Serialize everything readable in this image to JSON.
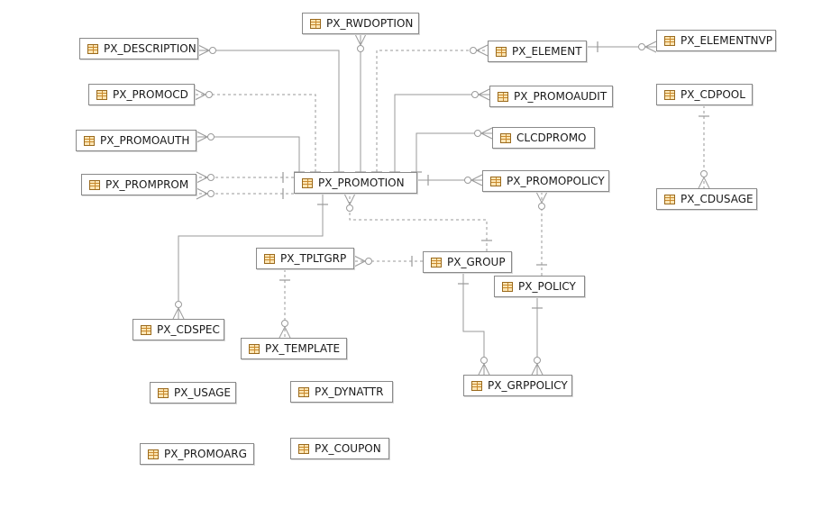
{
  "diagram": {
    "tables": [
      {
        "id": "PX_RWDOPTION",
        "label": "PX_RWDOPTION"
      },
      {
        "id": "PX_DESCRIPTION",
        "label": "PX_DESCRIPTION"
      },
      {
        "id": "PX_ELEMENT",
        "label": "PX_ELEMENT"
      },
      {
        "id": "PX_ELEMENTNVP",
        "label": "PX_ELEMENTNVP"
      },
      {
        "id": "PX_PROMOCD",
        "label": "PX_PROMOCD"
      },
      {
        "id": "PX_PROMOAUDIT",
        "label": "PX_PROMOAUDIT"
      },
      {
        "id": "PX_CDPOOL",
        "label": "PX_CDPOOL"
      },
      {
        "id": "PX_PROMOAUTH",
        "label": "PX_PROMOAUTH"
      },
      {
        "id": "CLCDPROMO",
        "label": "CLCDPROMO"
      },
      {
        "id": "PX_PROMPROM",
        "label": "PX_PROMPROM"
      },
      {
        "id": "PX_PROMOTION",
        "label": "PX_PROMOTION"
      },
      {
        "id": "PX_PROMOPOLICY",
        "label": "PX_PROMOPOLICY"
      },
      {
        "id": "PX_CDUSAGE",
        "label": "PX_CDUSAGE"
      },
      {
        "id": "PX_TPLTGRP",
        "label": "PX_TPLTGRP"
      },
      {
        "id": "PX_GROUP",
        "label": "PX_GROUP"
      },
      {
        "id": "PX_POLICY",
        "label": "PX_POLICY"
      },
      {
        "id": "PX_CDSPEC",
        "label": "PX_CDSPEC"
      },
      {
        "id": "PX_TEMPLATE",
        "label": "PX_TEMPLATE"
      },
      {
        "id": "PX_USAGE",
        "label": "PX_USAGE"
      },
      {
        "id": "PX_DYNATTR",
        "label": "PX_DYNATTR"
      },
      {
        "id": "PX_GRPPOLICY",
        "label": "PX_GRPPOLICY"
      },
      {
        "id": "PX_PROMOARG",
        "label": "PX_PROMOARG"
      },
      {
        "id": "PX_COUPON",
        "label": "PX_COUPON"
      }
    ],
    "relationships": [
      {
        "parent": "PX_PROMOTION",
        "child": "PX_DESCRIPTION",
        "identifying": true
      },
      {
        "parent": "PX_PROMOTION",
        "child": "PX_RWDOPTION",
        "identifying": true
      },
      {
        "parent": "PX_PROMOTION",
        "child": "PX_ELEMENT",
        "identifying": false
      },
      {
        "parent": "PX_ELEMENT",
        "child": "PX_ELEMENTNVP",
        "identifying": true
      },
      {
        "parent": "PX_PROMOTION",
        "child": "PX_PROMOCD",
        "identifying": false
      },
      {
        "parent": "PX_PROMOTION",
        "child": "PX_PROMOAUDIT",
        "identifying": true
      },
      {
        "parent": "PX_PROMOTION",
        "child": "PX_PROMOAUTH",
        "identifying": true
      },
      {
        "parent": "PX_PROMOTION",
        "child": "CLCDPROMO",
        "identifying": true
      },
      {
        "parent": "PX_PROMOTION",
        "child": "PX_PROMPROM",
        "identifying": false
      },
      {
        "parent": "PX_PROMOTION",
        "child": "PX_PROMPROM",
        "identifying": false
      },
      {
        "parent": "PX_PROMOTION",
        "child": "PX_PROMOPOLICY",
        "identifying": true
      },
      {
        "parent": "PX_PROMOTION",
        "child": "PX_CDSPEC",
        "identifying": true
      },
      {
        "parent": "PX_GROUP",
        "child": "PX_PROMOTION",
        "identifying": false
      },
      {
        "parent": "PX_GROUP",
        "child": "PX_TPLTGRP",
        "identifying": false
      },
      {
        "parent": "PX_TPLTGRP",
        "child": "PX_TEMPLATE",
        "identifying": false
      },
      {
        "parent": "PX_POLICY",
        "child": "PX_PROMOPOLICY",
        "identifying": false
      },
      {
        "parent": "PX_GROUP",
        "child": "PX_GRPPOLICY",
        "identifying": true
      },
      {
        "parent": "PX_POLICY",
        "child": "PX_GRPPOLICY",
        "identifying": true
      },
      {
        "parent": "PX_CDPOOL",
        "child": "PX_CDUSAGE",
        "identifying": false
      }
    ],
    "colors": {
      "line": "#9a9a9a",
      "border": "#8a8a8a",
      "icon": "#c98a2e"
    }
  }
}
